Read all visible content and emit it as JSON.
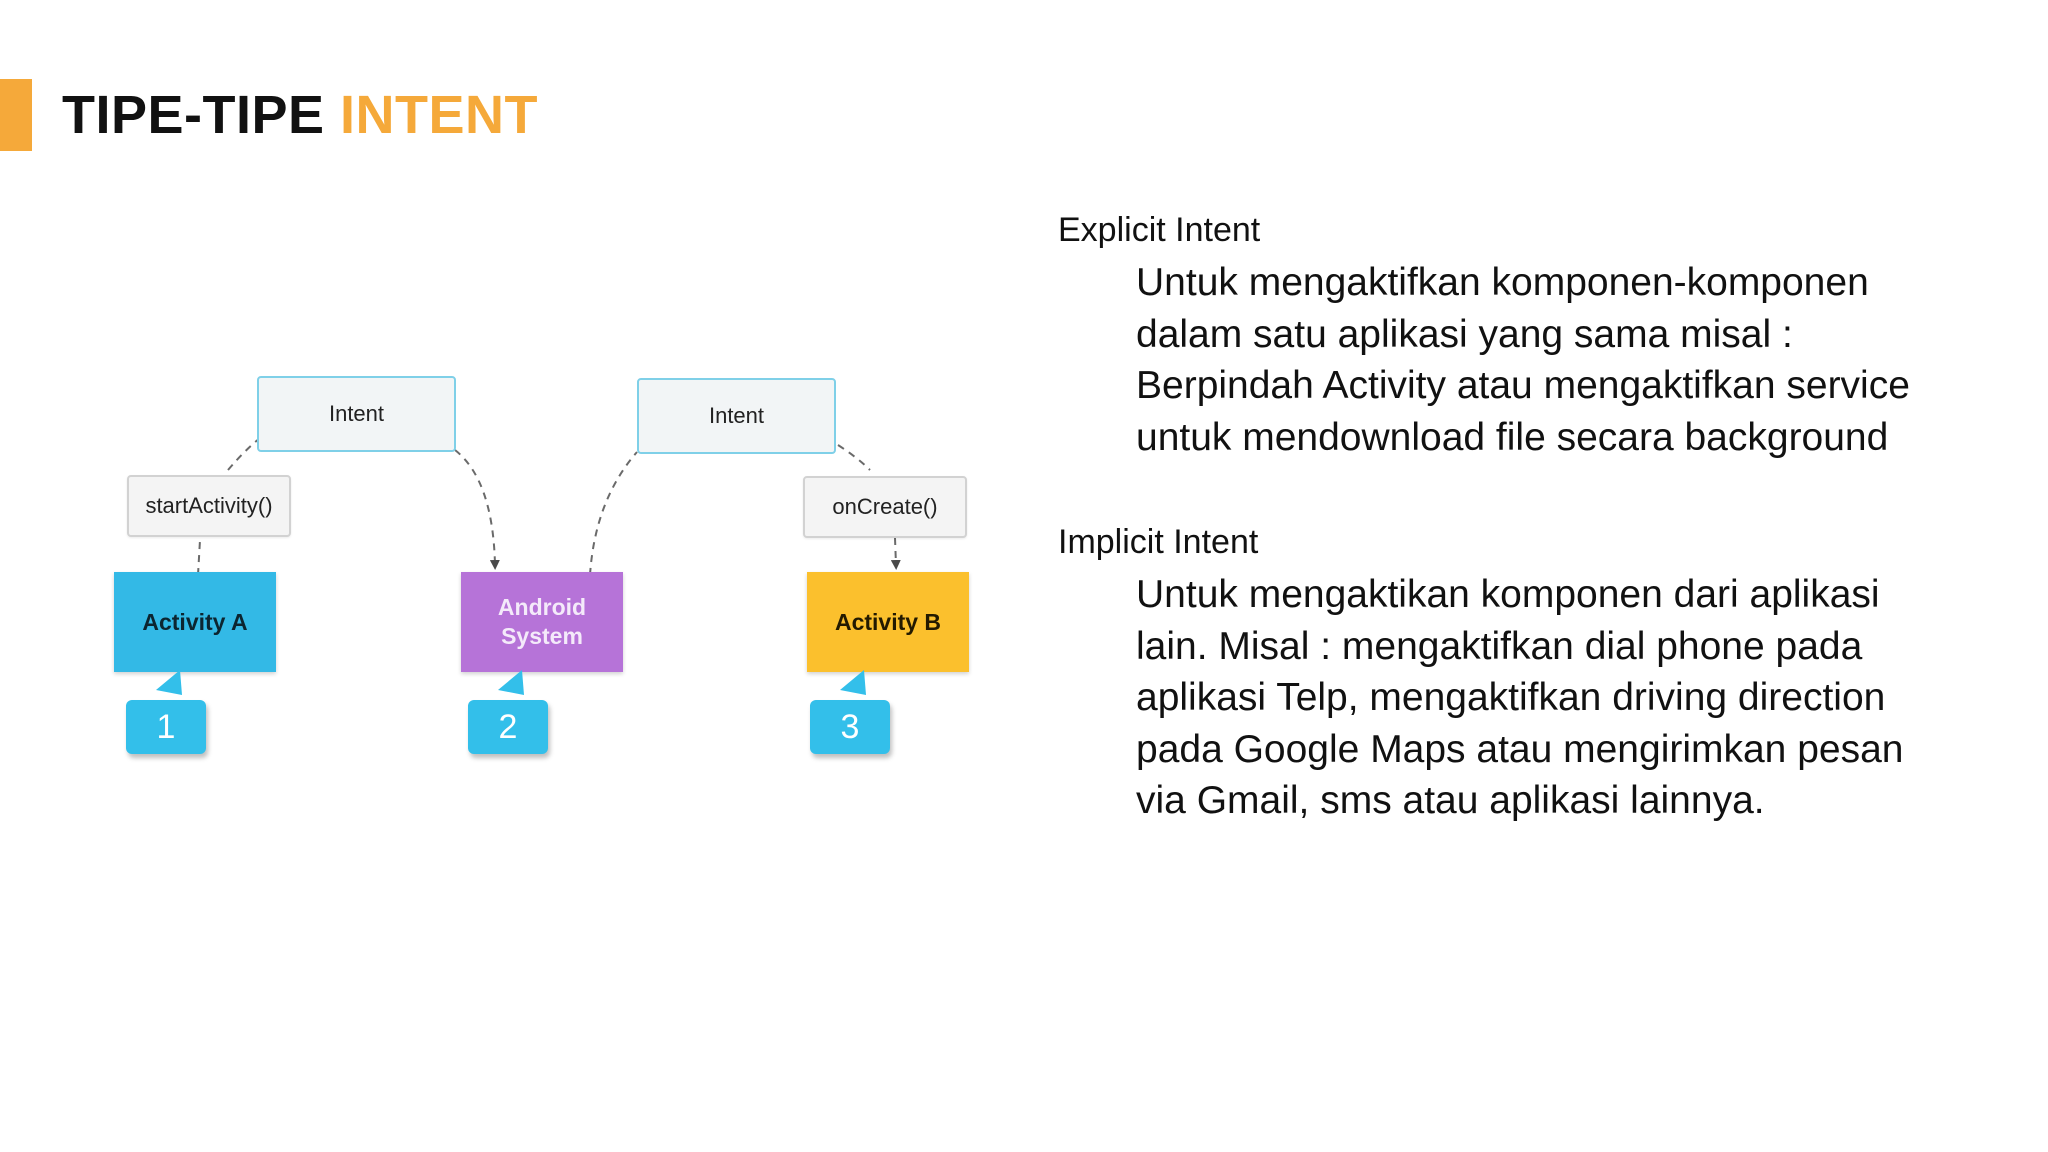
{
  "header": {
    "title_prefix": "TIPE-TIPE ",
    "title_highlight": "INTENT",
    "accent_color": "#F5A93A"
  },
  "diagram": {
    "intent_left": "Intent",
    "intent_right": "Intent",
    "start_activity": "startActivity()",
    "on_create": "onCreate()",
    "activity_a": "Activity A",
    "android_line1": "Android",
    "android_line2": "System",
    "activity_b": "Activity B",
    "step1": "1",
    "step2": "2",
    "step3": "3",
    "colors": {
      "activity_a": "#33B9E6",
      "android_system": "#B673D8",
      "activity_b": "#FBC02D",
      "badge": "#33BFEA"
    }
  },
  "explicit": {
    "heading": "Explicit Intent",
    "lines": [
      "Untuk mengaktifkan komponen-komponen",
      "dalam satu aplikasi yang sama misal :",
      "Berpindah Activity atau mengaktifkan service",
      "untuk mendownload file secara background"
    ]
  },
  "implicit": {
    "heading": "Implicit Intent",
    "lines": [
      "Untuk mengaktikan komponen dari aplikasi",
      "lain. Misal : mengaktifkan dial phone pada",
      "aplikasi Telp, mengaktifkan driving direction",
      "pada Google Maps atau mengirimkan pesan",
      "via Gmail, sms atau aplikasi lainnya."
    ]
  }
}
